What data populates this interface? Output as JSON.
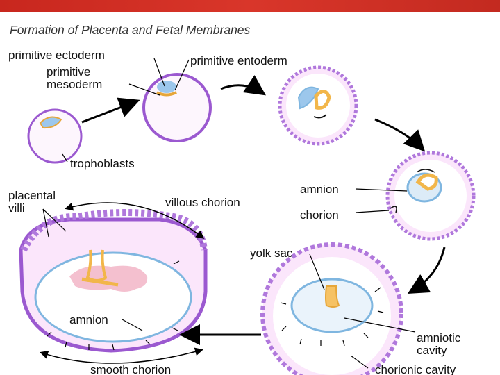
{
  "header": {
    "title": "Formation of Placenta and Fetal Membranes"
  },
  "labels": {
    "primitive_ectoderm": "primitive ectoderm",
    "primitive_entoderm": "primitive entoderm",
    "primitive_mesoderm_1": "primitive",
    "primitive_mesoderm_2": "mesoderm",
    "trophoblasts": "trophoblasts",
    "amnion_stage": "amnion",
    "chorion_stage": "chorion",
    "placental_villi_1": "placental",
    "placental_villi_2": "villi",
    "villous_chorion": "villous chorion",
    "yolk_sac": "yolk sac",
    "amnion_final": "amnion",
    "amniotic_cavity_1": "amniotic",
    "amniotic_cavity_2": "cavity",
    "smooth_chorion": "smooth chorion",
    "chorionic_cavity": "chorionic cavity"
  },
  "colors": {
    "header_bar": "#d0301f",
    "membrane": "#9b59d0",
    "chorion_fill": "#f3d6f3",
    "amnion": "#7fb6e0",
    "yolk": "#f2b64a",
    "embryo": "#f4c0cf"
  }
}
